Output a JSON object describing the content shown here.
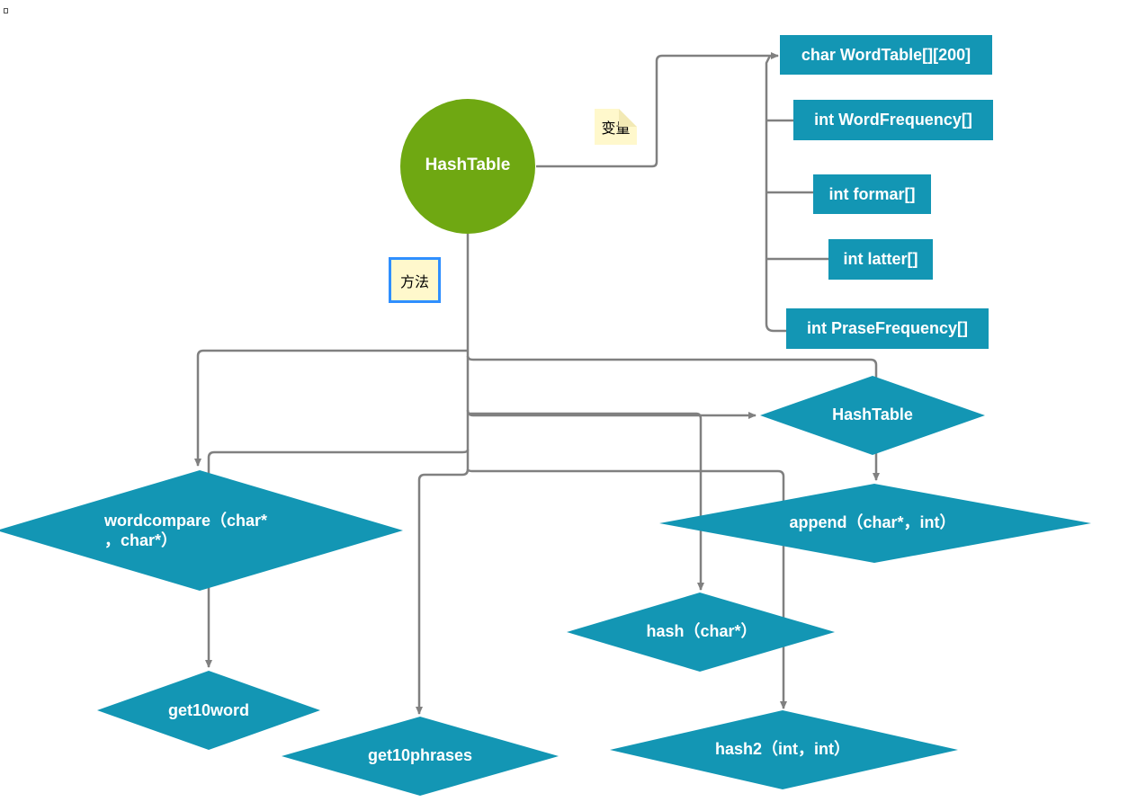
{
  "diagram": {
    "root": {
      "label": "HashTable"
    },
    "notes": {
      "variables": "变量",
      "methods": "方法"
    },
    "variables": [
      "char WordTable[][200]",
      "int WordFrequency[]",
      "int formar[]",
      "int latter[]",
      "int PraseFrequency[]"
    ],
    "methods": {
      "constructor": "HashTable",
      "append": "append（char*，int）",
      "wordcompare_line1": "wordcompare（char*",
      "wordcompare_line2": "，char*）",
      "hash": "hash（char*）",
      "get10word": "get10word",
      "get10phrases": "get10phrases",
      "hash2": "hash2（int，int）"
    },
    "colors": {
      "circle": "#6fa812",
      "node": "#1396b4",
      "connector": "#808080",
      "note": "#fff8cc",
      "selection": "#2f8fff"
    }
  }
}
